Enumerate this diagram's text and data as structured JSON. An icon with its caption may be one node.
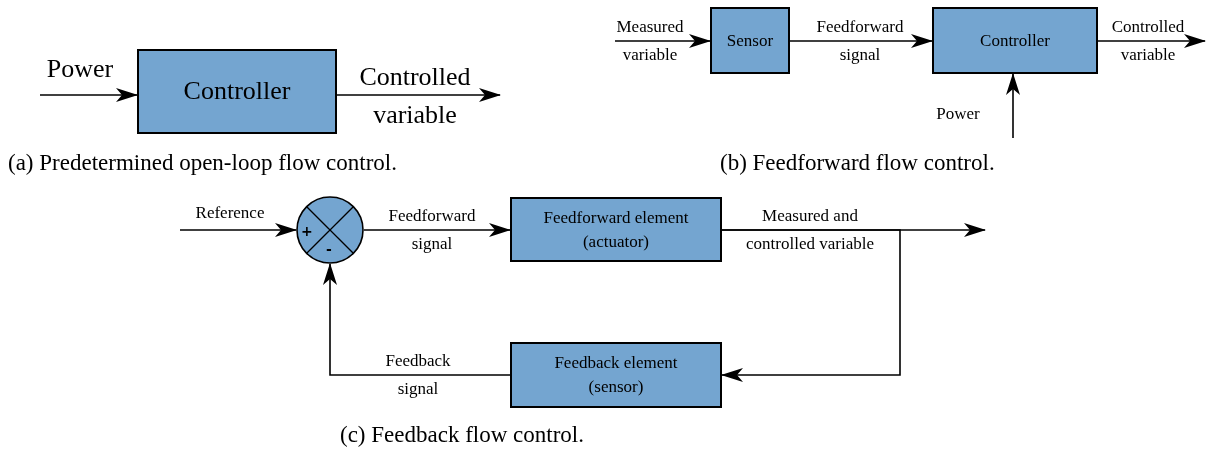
{
  "diagram": {
    "nodes": [
      {
        "text": [
          "Controller"
        ]
      },
      {
        "text": [
          "Sensor"
        ]
      },
      {
        "text": [
          "Controller"
        ]
      },
      {
        "text": [
          "+",
          "-"
        ]
      },
      {
        "text": [
          "Feedforward element (actuator)"
        ]
      },
      {
        "text": [
          "Feedback element (sensor)"
        ]
      }
    ],
    "edges": [
      {
        "from": null,
        "to": 0,
        "arrow": "to",
        "label": "Power"
      },
      {
        "from": 0,
        "to": null,
        "arrow": "to",
        "label": "Controlled variable"
      },
      {
        "from": null,
        "to": 1,
        "arrow": "to",
        "label": "Measured variable"
      },
      {
        "from": 1,
        "to": 2,
        "arrow": "to",
        "label": "Feedforward signal"
      },
      {
        "from": 2,
        "to": null,
        "arrow": "to",
        "label": "Controlled variable"
      },
      {
        "from": null,
        "to": 2,
        "arrow": "to",
        "label": "Power"
      },
      {
        "from": null,
        "to": 3,
        "arrow": "to",
        "label": "Reference"
      },
      {
        "from": 3,
        "to": 4,
        "arrow": "to",
        "label": "Feedforward signal"
      },
      {
        "from": 4,
        "to": null,
        "arrow": "to",
        "label": "Measured and controlled variable"
      },
      {
        "from": 4,
        "to": 5,
        "arrow": "to"
      },
      {
        "from": 5,
        "to": 3,
        "arrow": "to",
        "label": "Feedback signal"
      }
    ],
    "labels": [
      "(a) Predetermined open-loop flow control.",
      "(b) Feedforward flow control.",
      "(c) Feedback flow control."
    ]
  }
}
